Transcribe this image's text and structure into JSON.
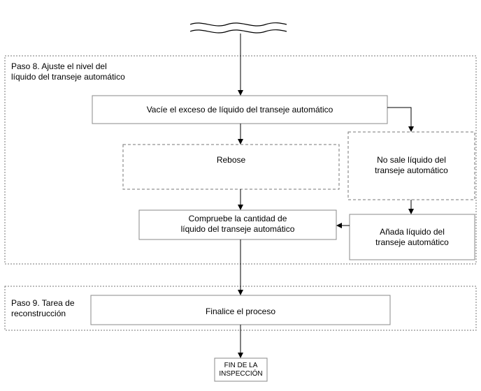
{
  "step8": {
    "line1": "Paso 8. Ajuste el nivel del",
    "line2": "líquido del transeje automático"
  },
  "step9": {
    "line1": "Paso 9. Tarea  de",
    "line2": "reconstrucción"
  },
  "boxes": {
    "drain": "Vacíe el exceso de líquido del transeje automático",
    "overflow": "Rebose",
    "no_fluid_line1": "No sale líquido del",
    "no_fluid_line2": "transeje automático",
    "check_line1": "Compruebe la cantidad de",
    "check_line2": "líquido del transeje automático",
    "add_line1": "Añada líquido del",
    "add_line2": "transeje automático",
    "finish": "Finalice el proceso",
    "end_line1": "FIN DE LA",
    "end_line2": "INSPECCIÓN"
  }
}
